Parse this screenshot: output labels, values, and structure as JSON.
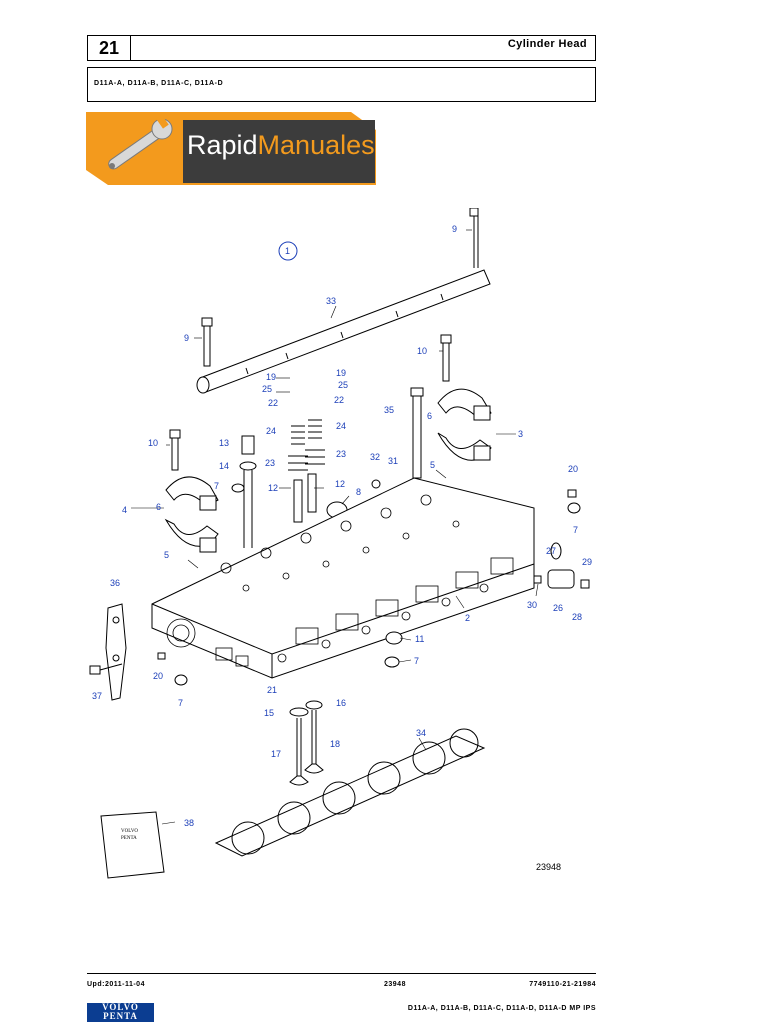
{
  "header": {
    "section_number": "21",
    "section_title": "Cylinder Head",
    "models": "D11A-A, D11A-B, D11A-C, D11A-D"
  },
  "banner": {
    "word1": "Rapid",
    "word2": "Manuales",
    "bg_color": "#f39a1d",
    "dark_color": "#3c3c3c"
  },
  "diagram": {
    "callouts": [
      "1",
      "33",
      "9",
      "9",
      "10",
      "19",
      "19",
      "25",
      "25",
      "22",
      "22",
      "35",
      "6",
      "3",
      "13",
      "24",
      "24",
      "14",
      "7",
      "23",
      "23",
      "32",
      "31",
      "5",
      "20",
      "10",
      "4",
      "6",
      "12",
      "12",
      "8",
      "7",
      "5",
      "27",
      "29",
      "36",
      "30",
      "26",
      "28",
      "2",
      "11",
      "7",
      "20",
      "37",
      "21",
      "7",
      "15",
      "16",
      "17",
      "18",
      "34",
      "38"
    ],
    "logo_lines": [
      "VOLVO",
      "PENTA"
    ],
    "diagram_number": "23948"
  },
  "footer": {
    "updated": "Upd:2011-11-04",
    "number": "23948",
    "part_number": "7749110-21-21984",
    "models": "D11A-A, D11A-B, D11A-C, D11A-D, D11A-D MP IPS",
    "logo_line1": "VOLVO",
    "logo_line2": "PENTA"
  }
}
